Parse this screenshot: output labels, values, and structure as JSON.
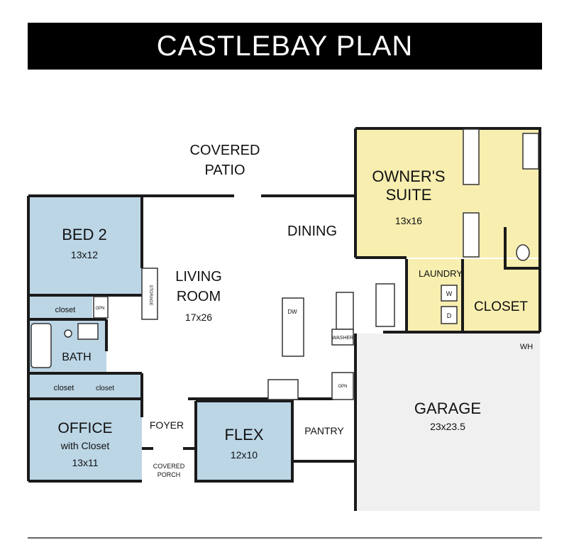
{
  "title": "CASTLEBAY PLAN",
  "colors": {
    "blue_rooms": "#bcd6e6",
    "yellow_rooms": "#f7eeb0",
    "garage": "#f0f0f0",
    "walls": "#1a1a1a",
    "title_bar": "#000000"
  },
  "rooms": {
    "covered_patio": {
      "line1": "COVERED",
      "line2": "PATIO"
    },
    "bed2": {
      "name": "BED 2",
      "size": "13x12"
    },
    "living_room": {
      "line1": "LIVING",
      "line2": "ROOM",
      "size": "17x26"
    },
    "dining": {
      "name": "DINING"
    },
    "owners_suite": {
      "line1": "OWNER'S",
      "line2": "SUITE",
      "size": "13x16"
    },
    "laundry": {
      "name": "LAUNDRY"
    },
    "closet_big": {
      "name": "CLOSET"
    },
    "bed2_closet": {
      "name": "closet"
    },
    "bath": {
      "name": "BATH"
    },
    "office_closet_left": {
      "name": "closet"
    },
    "office_closet_right": {
      "name": "closet"
    },
    "office": {
      "line1": "OFFICE",
      "line2": "with Closet",
      "size": "13x11"
    },
    "foyer": {
      "name": "FOYER"
    },
    "covered_porch": {
      "line1": "COVERED",
      "line2": "PORCH"
    },
    "flex": {
      "name": "FLEX",
      "size": "12x10"
    },
    "pantry": {
      "name": "PANTRY"
    },
    "garage": {
      "name": "GARAGE",
      "size": "23x23.5"
    },
    "water_heater": {
      "name": "WH"
    }
  },
  "fixtures": {
    "dishwasher": "DW",
    "washer": "W",
    "dryer": "D",
    "linen_left": "OPN",
    "linen_right": "OPN",
    "washer_box": "WASHER",
    "media_storage": "STORAGE"
  }
}
